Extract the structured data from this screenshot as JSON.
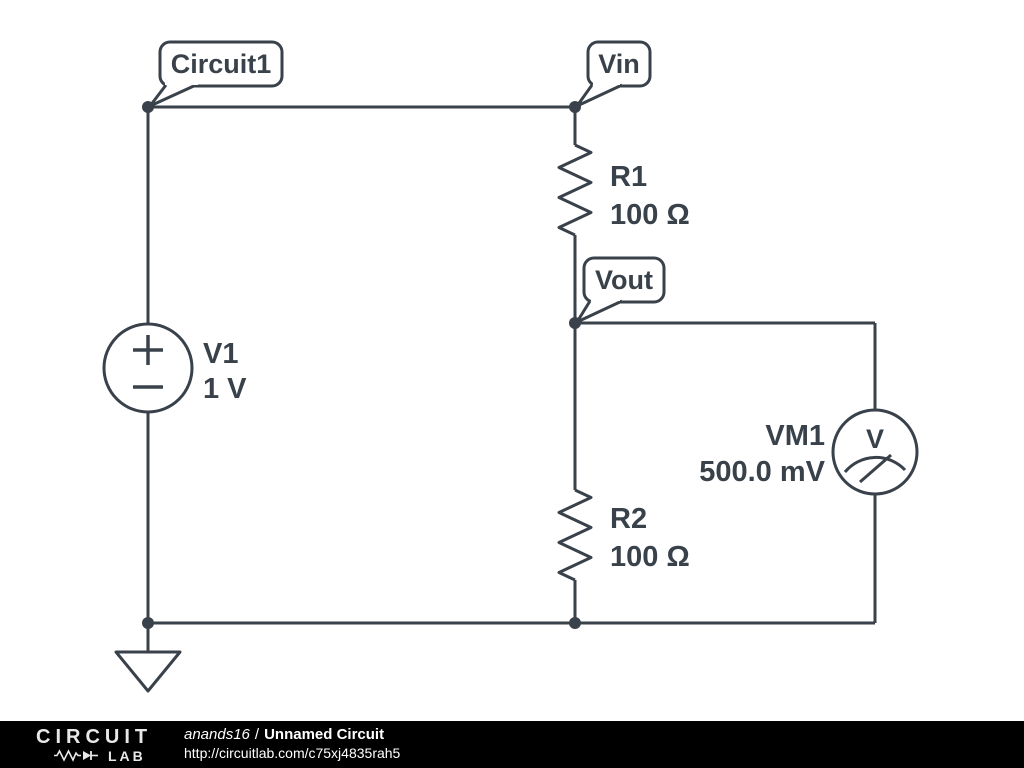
{
  "schematic": {
    "stroke": "#39424a",
    "node_labels": {
      "circuit1": "Circuit1",
      "vin": "Vin",
      "vout": "Vout"
    },
    "v1": {
      "name": "V1",
      "value": "1 V"
    },
    "r1": {
      "name": "R1",
      "value": "100 Ω"
    },
    "r2": {
      "name": "R2",
      "value": "100 Ω"
    },
    "vm1": {
      "name": "VM1",
      "value": "500.0 mV",
      "unit_symbol": "V"
    }
  },
  "footer": {
    "logo_top": "CIRCUIT",
    "logo_bottom": "LAB",
    "author": "anands16",
    "separator": "/",
    "title": "Unnamed Circuit",
    "url": "http://circuitlab.com/c75xj4835rah5"
  }
}
